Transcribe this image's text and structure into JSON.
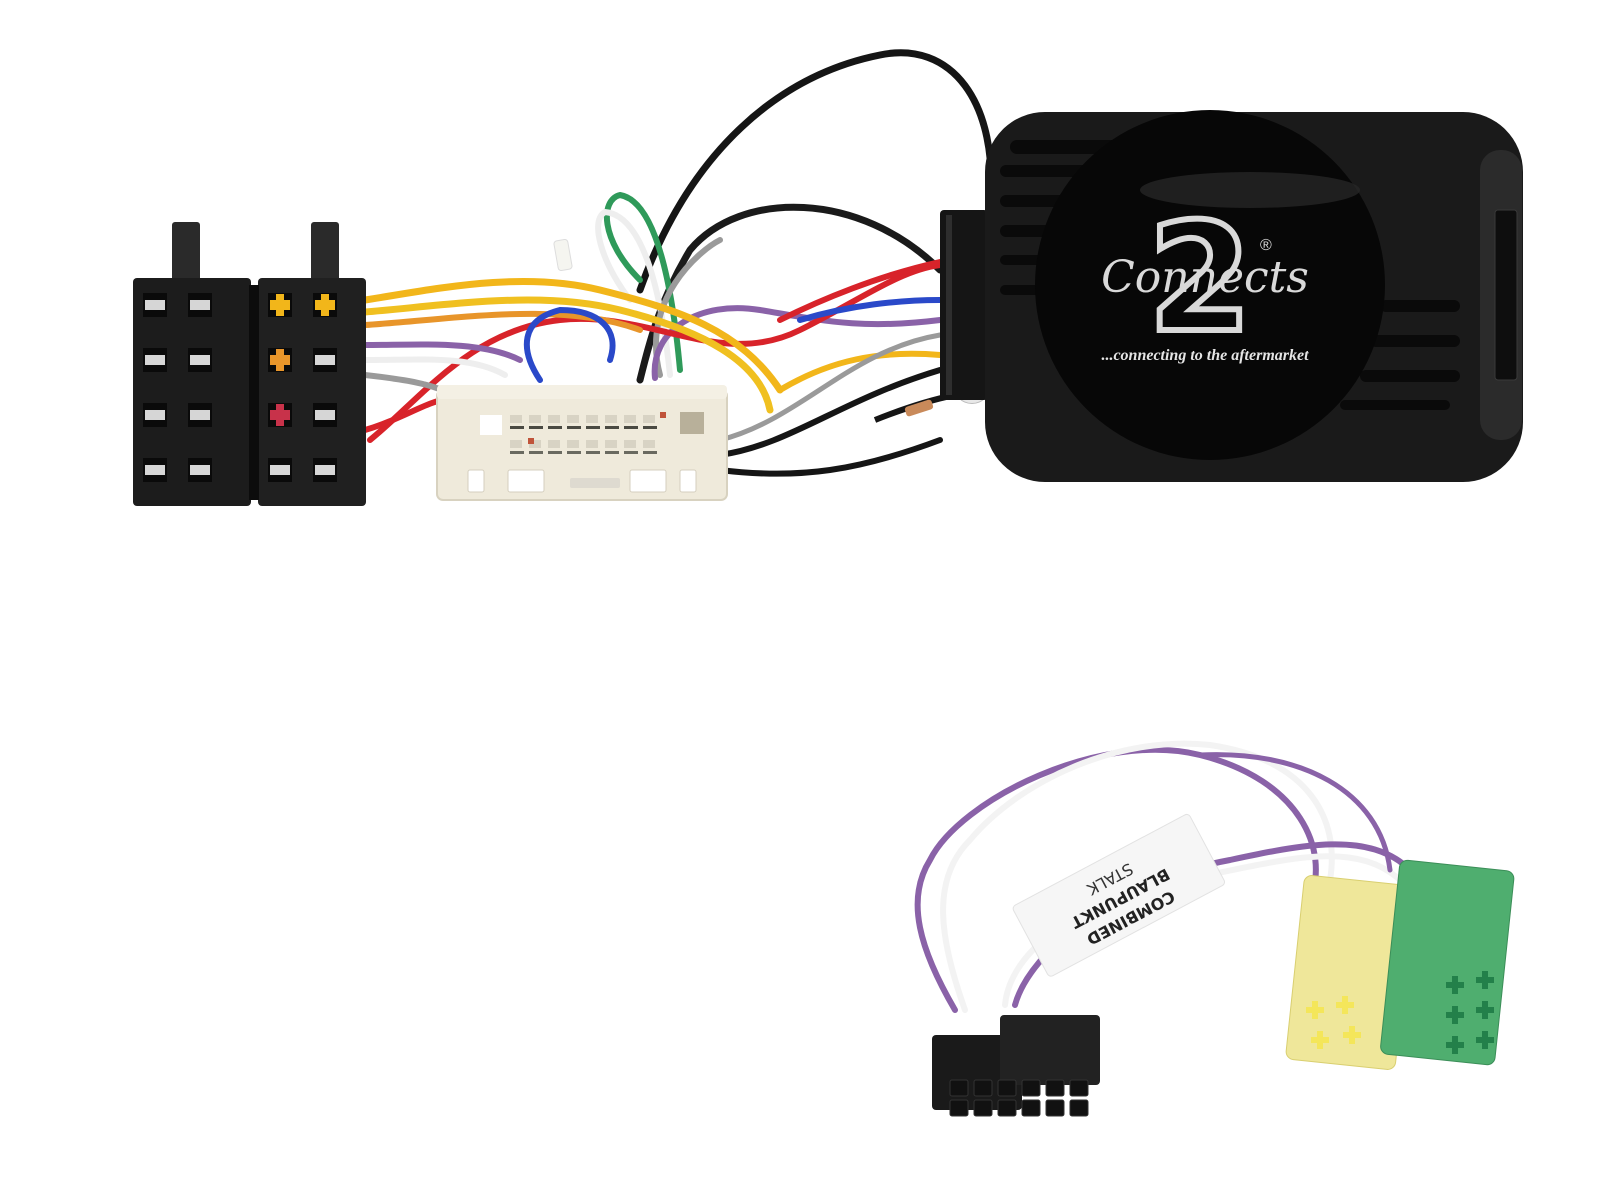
{
  "product": {
    "kind": "Steering wheel control interface harness kit",
    "colors": {
      "background": "#ffffff",
      "module_body": "#1a1a1a",
      "iso_connector": "#1c1c1c",
      "white_connector": "#efeadb",
      "yellow_connector": "#efe79a",
      "green_connector": "#4fae6f",
      "black_connector": "#161616",
      "wire_red": "#d8232a",
      "wire_yellow": "#f2b61a",
      "wire_blue": "#2a49c9",
      "wire_green": "#2f9a5a",
      "wire_violet": "#8a62a8",
      "wire_grey": "#9a9a9a",
      "wire_black": "#151515",
      "wire_white": "#f3f3f3",
      "logo_silver": "#d9d9d9"
    }
  },
  "module": {
    "brand_script": "Connects",
    "brand_numeral": "2",
    "registered_mark": "®",
    "tagline": "...connecting to the aftermarket"
  },
  "cable_label": {
    "line1": "COMBINED",
    "line2": "BLAUPUNKT",
    "line3": "STALK"
  }
}
